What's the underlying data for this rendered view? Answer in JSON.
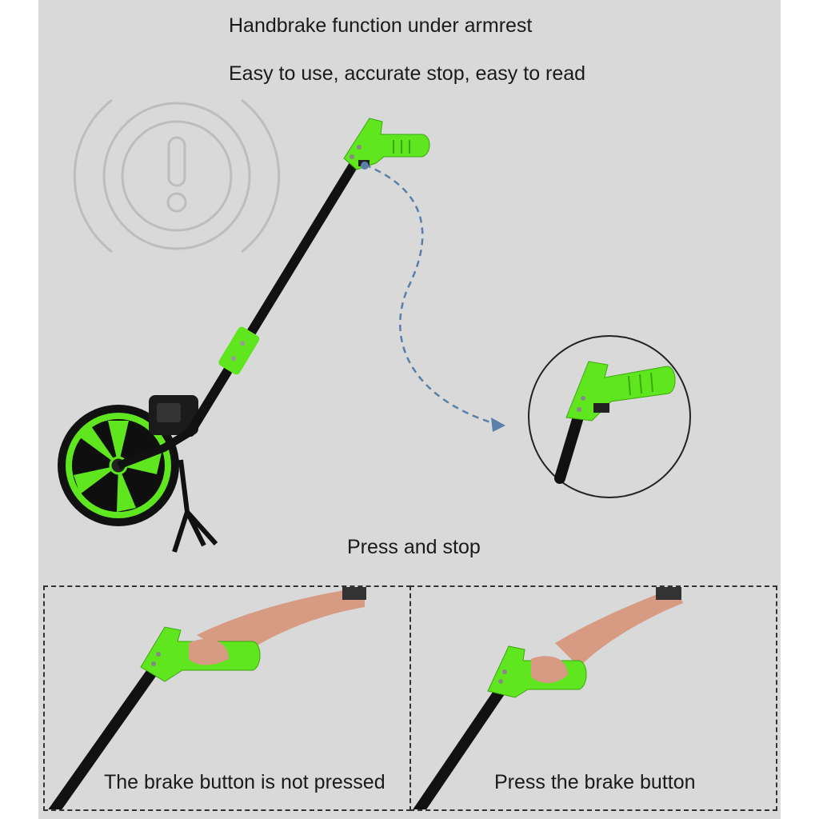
{
  "header": {
    "title": "Handbrake function under armrest",
    "subtitle": "Easy to use, accurate stop, easy to read"
  },
  "main": {
    "press_label": "Press and stop"
  },
  "comparison": {
    "left_caption": "The brake button is not pressed",
    "right_caption": "Press the brake button"
  },
  "icons": {
    "warning": "alert-exclamation-icon"
  },
  "colors": {
    "background": "#d9d9d9",
    "accent_green": "#5fe61e",
    "pole": "#111111",
    "arrow": "#5a7fa8"
  }
}
